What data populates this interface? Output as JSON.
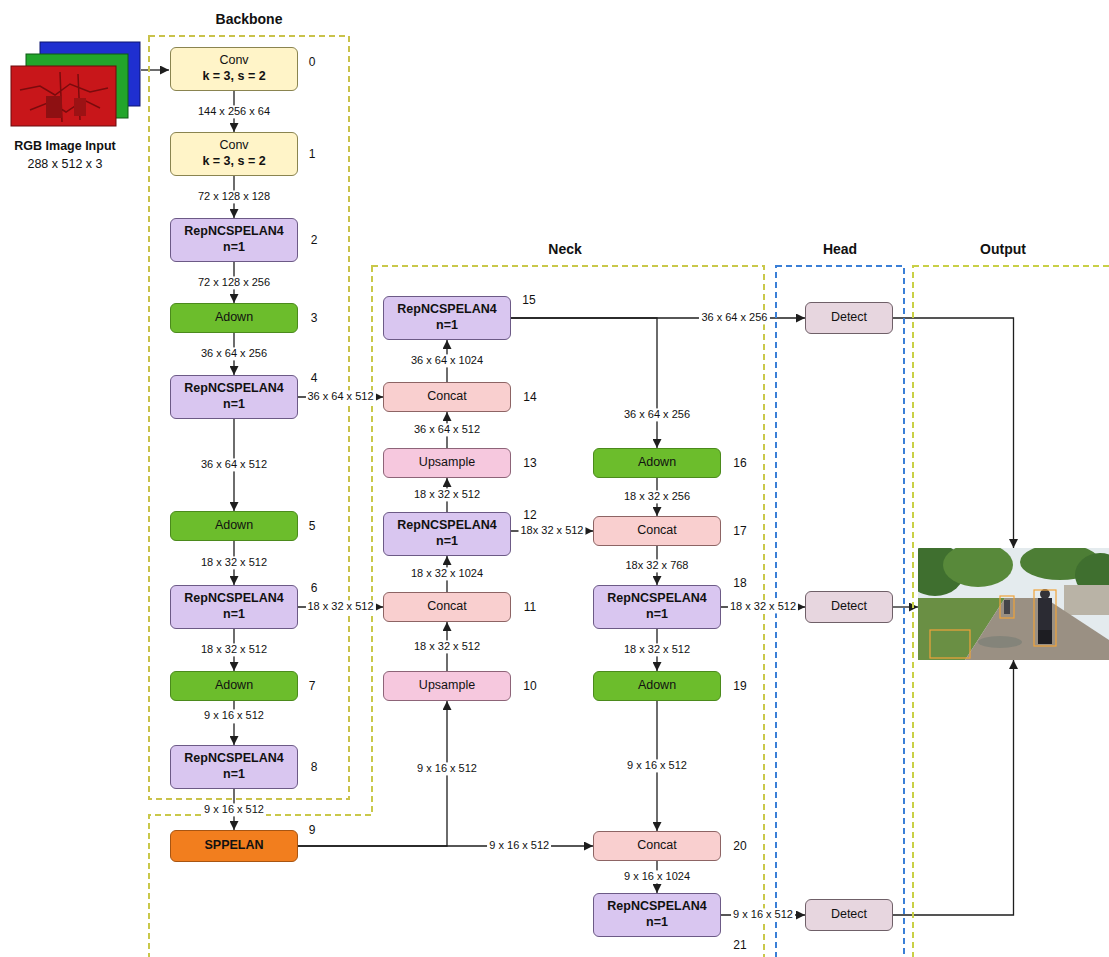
{
  "diagram": {
    "nodes": [
      {
        "text": [
          "Backbone"
        ]
      },
      {
        "text": [
          "Conv",
          "k = 3, s = 2"
        ],
        "in": 0
      },
      {
        "text": [
          "Conv",
          "k = 3, s = 2"
        ],
        "in": 0
      },
      {
        "text": [
          "RepNCSPELAN4",
          "n=1"
        ],
        "in": 0
      },
      {
        "text": [
          "Adown"
        ],
        "in": 0
      },
      {
        "text": [
          "RepNCSPELAN4",
          "n=1"
        ],
        "in": 0
      },
      {
        "text": [
          "Adown"
        ],
        "in": 0
      },
      {
        "text": [
          "RepNCSPELAN4",
          "n=1"
        ],
        "in": 0
      },
      {
        "text": [
          "Adown"
        ],
        "in": 0
      },
      {
        "text": [
          "RepNCSPELAN4",
          "n=1"
        ],
        "in": 0
      },
      {
        "text": [
          "Neck"
        ]
      },
      {
        "text": [
          "SPPELAN"
        ],
        "in": 10
      },
      {
        "text": [
          "Upsample"
        ],
        "in": 10
      },
      {
        "text": [
          "Concat"
        ],
        "in": 10
      },
      {
        "text": [
          "RepNCSPELAN4",
          "n=1"
        ],
        "in": 10
      },
      {
        "text": [
          "Upsample"
        ],
        "in": 10
      },
      {
        "text": [
          "Concat"
        ],
        "in": 10
      },
      {
        "text": [
          "RepNCSPELAN4",
          "n=1"
        ],
        "in": 10
      },
      {
        "text": [
          "Adown"
        ],
        "in": 10
      },
      {
        "text": [
          "Concat"
        ],
        "in": 10
      },
      {
        "text": [
          "RepNCSPELAN4",
          "n=1"
        ],
        "in": 10
      },
      {
        "text": [
          "Adown"
        ],
        "in": 10
      },
      {
        "text": [
          "Concat"
        ],
        "in": 10
      },
      {
        "text": [
          "RepNCSPELAN4",
          "n=1"
        ],
        "in": 10
      },
      {
        "text": [
          "Head"
        ]
      },
      {
        "text": [
          "Detect"
        ],
        "in": 24
      },
      {
        "text": [
          "Detect"
        ],
        "in": 24
      },
      {
        "text": [
          "Detect"
        ],
        "in": 24
      },
      {
        "text": [
          "Output"
        ]
      }
    ],
    "edges": [
      {
        "from": 1,
        "to": 2,
        "arrow": "to",
        "label": "144 x 256 x 64"
      },
      {
        "from": 2,
        "to": 3,
        "arrow": "to",
        "label": "72 x 128 x 128"
      },
      {
        "from": 3,
        "to": 4,
        "arrow": "to",
        "label": "72 x 128 x 256"
      },
      {
        "from": 4,
        "to": 5,
        "arrow": "to",
        "label": "36 x 64 x 256"
      },
      {
        "from": 5,
        "to": 6,
        "arrow": "to",
        "label": "36 x 64 x 512"
      },
      {
        "from": 6,
        "to": 7,
        "arrow": "to",
        "label": "18 x 32 x 512"
      },
      {
        "from": 7,
        "to": 8,
        "arrow": "to",
        "label": "18 x 32 x 512"
      },
      {
        "from": 8,
        "to": 9,
        "arrow": "to",
        "label": "9 x 16 x 512"
      },
      {
        "from": 9,
        "to": 11,
        "arrow": "to",
        "label": "9 x 16 x 512"
      },
      {
        "from": 5,
        "to": 16,
        "arrow": "to",
        "label": "36 x 64 x 512"
      },
      {
        "from": 7,
        "to": 13,
        "arrow": "to",
        "label": "18 x 32 x 512"
      },
      {
        "from": 11,
        "to": 12,
        "arrow": "to",
        "label": "9 x 16 x 512"
      },
      {
        "from": 11,
        "to": 22,
        "arrow": "to",
        "label": "9 x 16 x 512"
      },
      {
        "from": 12,
        "to": 13,
        "arrow": "to",
        "label": "18 x 32 x 512"
      },
      {
        "from": 13,
        "to": 14,
        "arrow": "to",
        "label": "18 x 32 x 1024"
      },
      {
        "from": 14,
        "to": 15,
        "arrow": "to",
        "label": "18 x 32 x 512"
      },
      {
        "from": 15,
        "to": 16,
        "arrow": "to",
        "label": "36 x 64 x 512"
      },
      {
        "from": 16,
        "to": 17,
        "arrow": "to",
        "label": "36 x 64 x 1024"
      },
      {
        "from": 14,
        "to": 19,
        "arrow": "to",
        "label": "18x 32 x 512"
      },
      {
        "from": 17,
        "to": 25,
        "arrow": "to",
        "label": "36 x 64 x 256"
      },
      {
        "from": 17,
        "to": 18,
        "arrow": "to",
        "label": "36 x 64 x 256"
      },
      {
        "from": 18,
        "to": 19,
        "arrow": "to",
        "label": "18 x 32 x 256"
      },
      {
        "from": 19,
        "to": 20,
        "arrow": "to",
        "label": "18x 32 x 768"
      },
      {
        "from": 20,
        "to": 26,
        "arrow": "to",
        "label": "18 x 32 x 512"
      },
      {
        "from": 20,
        "to": 21,
        "arrow": "to",
        "label": "18 x 32 x 512"
      },
      {
        "from": 21,
        "to": 22,
        "arrow": "to",
        "label": "9 x 16 x 512"
      },
      {
        "from": 22,
        "to": 23,
        "arrow": "to",
        "label": "9 x 16 x 1024"
      },
      {
        "from": 23,
        "to": 27,
        "arrow": "to",
        "label": "9 x 16 x 512"
      },
      {
        "from": 25,
        "to": 28,
        "arrow": "to"
      },
      {
        "from": 26,
        "to": 28,
        "arrow": "to"
      },
      {
        "from": 27,
        "to": 28,
        "arrow": "to"
      }
    ],
    "labels": [
      "RGB Image Input",
      "288 x 512 x 3",
      "0",
      "1",
      "2",
      "3",
      "4",
      "5",
      "6",
      "7",
      "8",
      "9",
      "10",
      "11",
      "12",
      "13",
      "14",
      "15",
      "16",
      "17",
      "18",
      "19",
      "20",
      "21"
    ]
  }
}
